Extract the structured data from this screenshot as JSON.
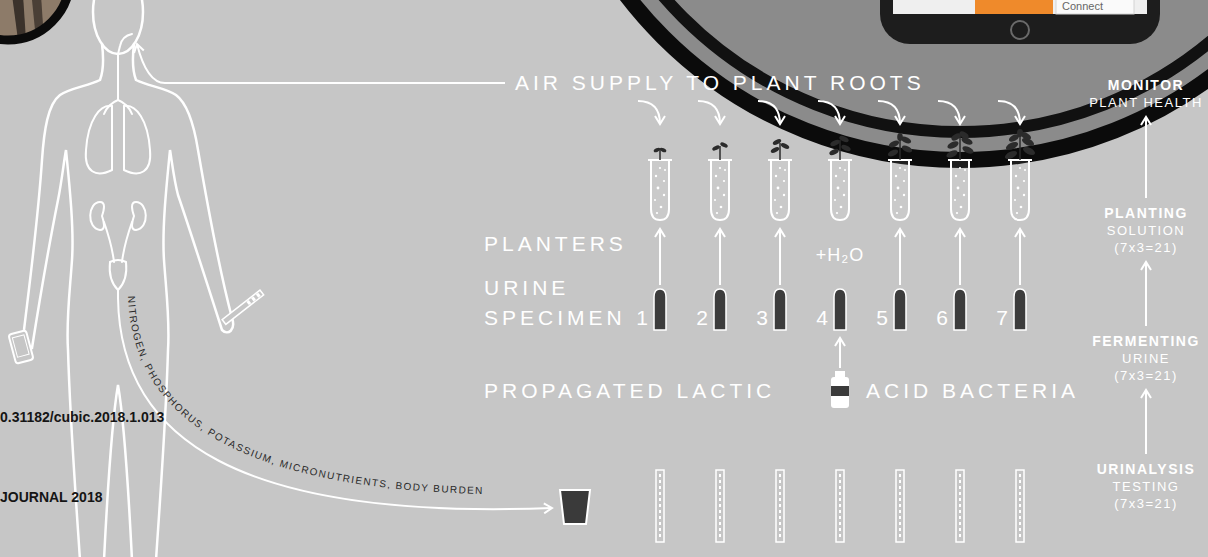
{
  "diagram": {
    "nodes": [
      {
        "text": [
          "MONITOR",
          "PLANT HEALTH"
        ]
      },
      {
        "text": [
          "PLANTING",
          "SOLUTION (7x3=21)"
        ]
      },
      {
        "text": [
          "FERMENTING",
          "URINE (7x3=21)"
        ]
      },
      {
        "text": [
          "URINALYSIS",
          "TESTING (7x3=21)"
        ]
      }
    ],
    "edges": [
      {
        "from": 3,
        "to": 2,
        "arrow": "to"
      },
      {
        "from": 2,
        "to": 1,
        "arrow": "to"
      },
      {
        "from": 1,
        "to": 0,
        "arrow": "to"
      }
    ],
    "labels": [
      "Connect",
      "AIR SUPPLY TO PLANT ROOTS",
      "PLANTERS",
      "URINE SPECIMEN",
      "1",
      "2",
      "3",
      "4",
      "5",
      "6",
      "7",
      "+H₂O",
      "PROPAGATED LACTIC",
      "ACID BACTERIA",
      "NITROGEN, PHOSPHORUS, POTASSIUM, MICRONUTRIENTS, BODY BURDEN",
      "0.31182/cubic.2018.1.013",
      "JOURNAL 2018"
    ]
  }
}
